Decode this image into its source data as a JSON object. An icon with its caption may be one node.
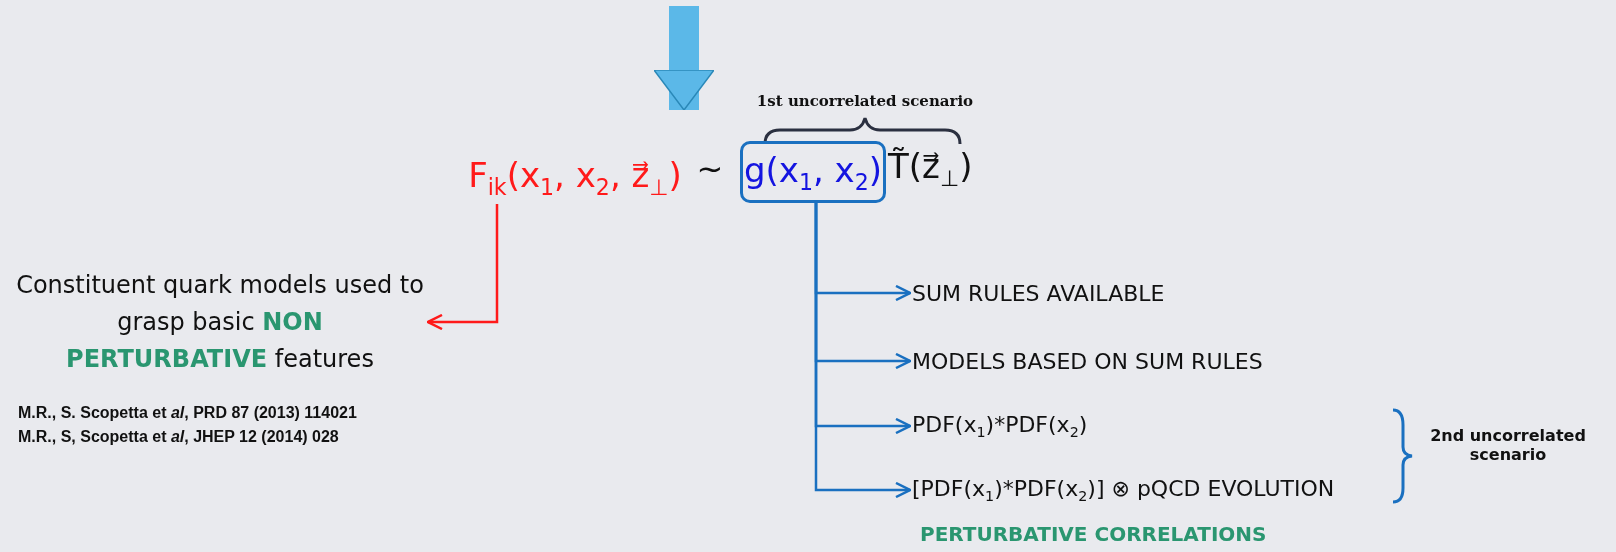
{
  "diagram": {
    "nodes": [
      {
        "text": [
          "F$_{ik}$(x$_{1}$, x$_{2}$, z⃗$_{⊥}$)"
        ]
      },
      {
        "text": [
          "g(x$_{1}$, x$_{2}$)"
        ]
      },
      {
        "text": [
          "Constituent quark models used to grasp basic **NON PERTURBATIVE** features"
        ]
      },
      {
        "text": [
          "SUM RULES AVAILABLE"
        ]
      },
      {
        "text": [
          "MODELS BASED ON SUM RULES"
        ]
      },
      {
        "text": [
          "PDF(x$_{1}$)*PDF(x$_{2}$)"
        ]
      },
      {
        "text": [
          "[PDF(x$_{1}$)*PDF(x$_{2}$)] ⊗ pQCD EVOLUTION"
        ]
      }
    ],
    "edges": [
      {
        "from": null,
        "to": 0,
        "arrow": "to",
        "style": "thick",
        "color": "#5bb8e8"
      },
      {
        "from": 0,
        "to": 2,
        "arrow": "to",
        "color": "#ff1a1a"
      },
      {
        "from": 1,
        "to": 3,
        "arrow": "to"
      },
      {
        "from": 1,
        "to": 4,
        "arrow": "to"
      },
      {
        "from": 1,
        "to": 5,
        "arrow": "to"
      },
      {
        "from": 1,
        "to": 6,
        "arrow": "to"
      }
    ],
    "labels": [
      "1st uncorrelated scenario",
      "~",
      "T̃(z⃗$_{⊥}$)",
      "M.R., S. Scopetta et *al*, PRD 87 (2013) 114021",
      "M.R., S, Scopetta et *al*, JHEP 12 (2014) 028",
      "2nd uncorrelated scenario",
      "PERTURBATIVE CORRELATIONS"
    ]
  }
}
